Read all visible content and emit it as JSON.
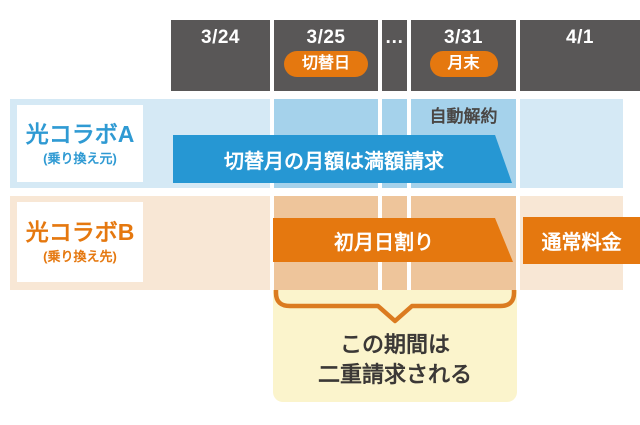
{
  "timeline": {
    "columns": [
      {
        "date": "3/24",
        "badge": null
      },
      {
        "date": "3/25",
        "badge": "切替日"
      },
      {
        "date": "…",
        "badge": null
      },
      {
        "date": "3/31",
        "badge": "月末"
      },
      {
        "date": "4/1",
        "badge": null
      }
    ]
  },
  "provider_a": {
    "name": "光コラボA",
    "subtitle": "(乗り換え元)",
    "auto_cancel_note": "自動解約",
    "banner": "切替月の月額は満額請求"
  },
  "provider_b": {
    "name": "光コラボB",
    "subtitle": "(乗り換え先)",
    "banner": "初月日割り",
    "normal_fee": "通常料金"
  },
  "callout": {
    "line1": "この期間は",
    "line2": "二重請求される"
  },
  "colors": {
    "header_bg": "#595757",
    "accent_orange": "#e5780f",
    "accent_blue": "#2697d3",
    "row_a_bg": "#d5e9f5",
    "row_a_highlight": "#a5d2eb",
    "row_b_bg": "#f8e7d5",
    "row_b_highlight": "#eec59b",
    "callout_bg": "#fbf4cc",
    "brace": "#db7b20",
    "dark_text": "#3b3836"
  }
}
